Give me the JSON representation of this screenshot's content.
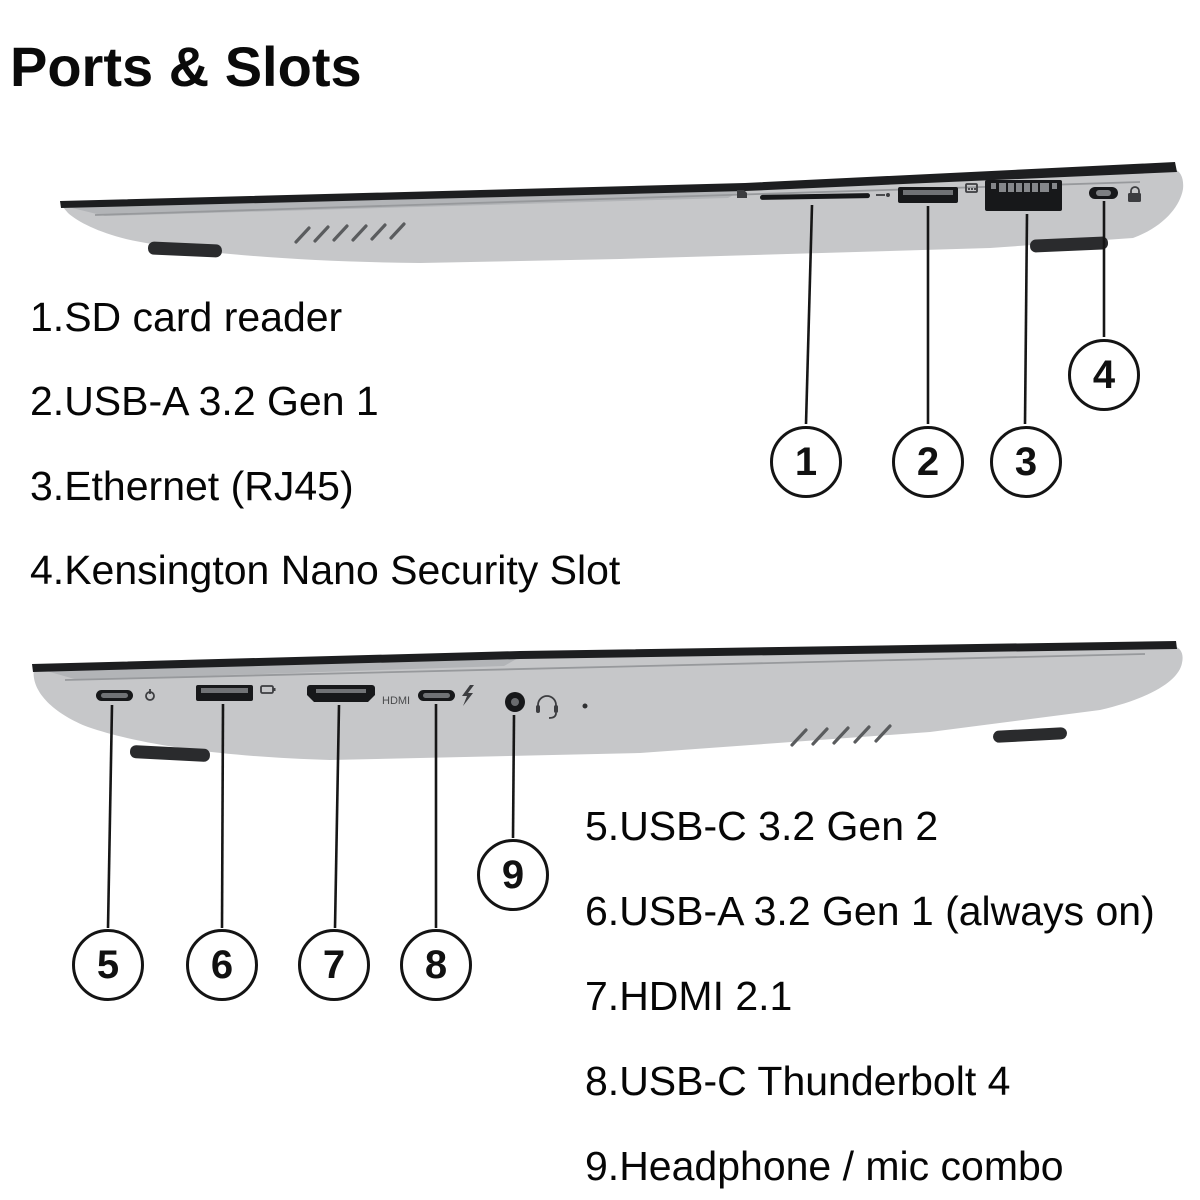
{
  "title": "Ports & Slots",
  "colors": {
    "body": "#c6c7c9",
    "accent_gray": "#b2b4b7",
    "lid": "#1d1e20",
    "outline": "#141414"
  },
  "engravings": {
    "hdmi": "HDMI"
  },
  "views": {
    "top": {
      "callouts": [
        "1",
        "2",
        "3",
        "4"
      ],
      "labels": [
        "1.SD card reader",
        "2.USB-A 3.2 Gen 1",
        "3.Ethernet (RJ45)",
        "4.Kensington Nano Security Slot"
      ],
      "icons": [
        "sd-card-icon",
        "usb-ss-icon",
        "ethernet-icon",
        "lock-icon"
      ]
    },
    "bottom": {
      "callouts": [
        "5",
        "6",
        "7",
        "8",
        "9"
      ],
      "labels": [
        "5.USB-C 3.2 Gen 2",
        "6.USB-A 3.2 Gen 1 (always on)",
        "7.HDMI 2.1",
        "8.USB-C Thunderbolt 4",
        "9.Headphone / mic combo"
      ],
      "icons": [
        "power-icon",
        "usb-always-on-icon",
        "hdmi-label",
        "thunderbolt-icon",
        "headset-icon"
      ]
    }
  }
}
